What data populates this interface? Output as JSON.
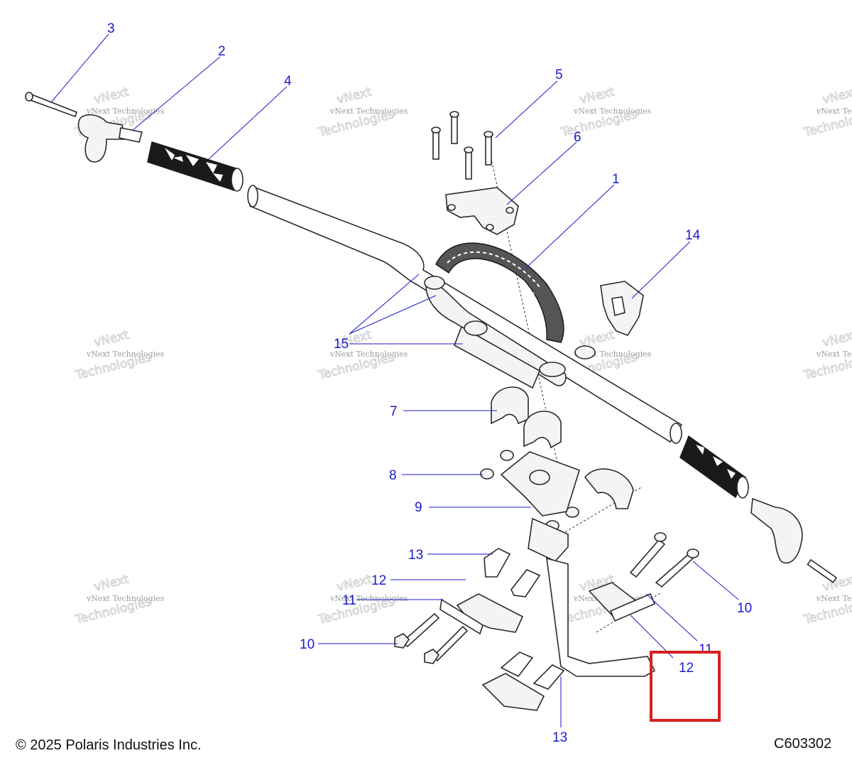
{
  "footer": {
    "copyright": "© 2025 Polaris Industries Inc.",
    "diagram_code": "C603302"
  },
  "watermark": {
    "line1": "vNext Technologies",
    "line2": "vNext",
    "line3": "Technologies"
  },
  "callouts": {
    "c1": "1",
    "c2": "2",
    "c3": "3",
    "c4": "4",
    "c5": "5",
    "c6": "6",
    "c7": "7",
    "c8": "8",
    "c9": "9",
    "c10a": "10",
    "c10b": "10",
    "c11a": "11",
    "c11b": "11",
    "c12a": "12",
    "c12b": "12",
    "c13a": "13",
    "c13b": "13",
    "c14": "14",
    "c15": "15"
  },
  "highlight": {
    "color": "#d42020",
    "target": "12"
  },
  "colors": {
    "callout": "#1a1acc",
    "line": "#2a2a2a",
    "grip": "#1a1a1a"
  }
}
